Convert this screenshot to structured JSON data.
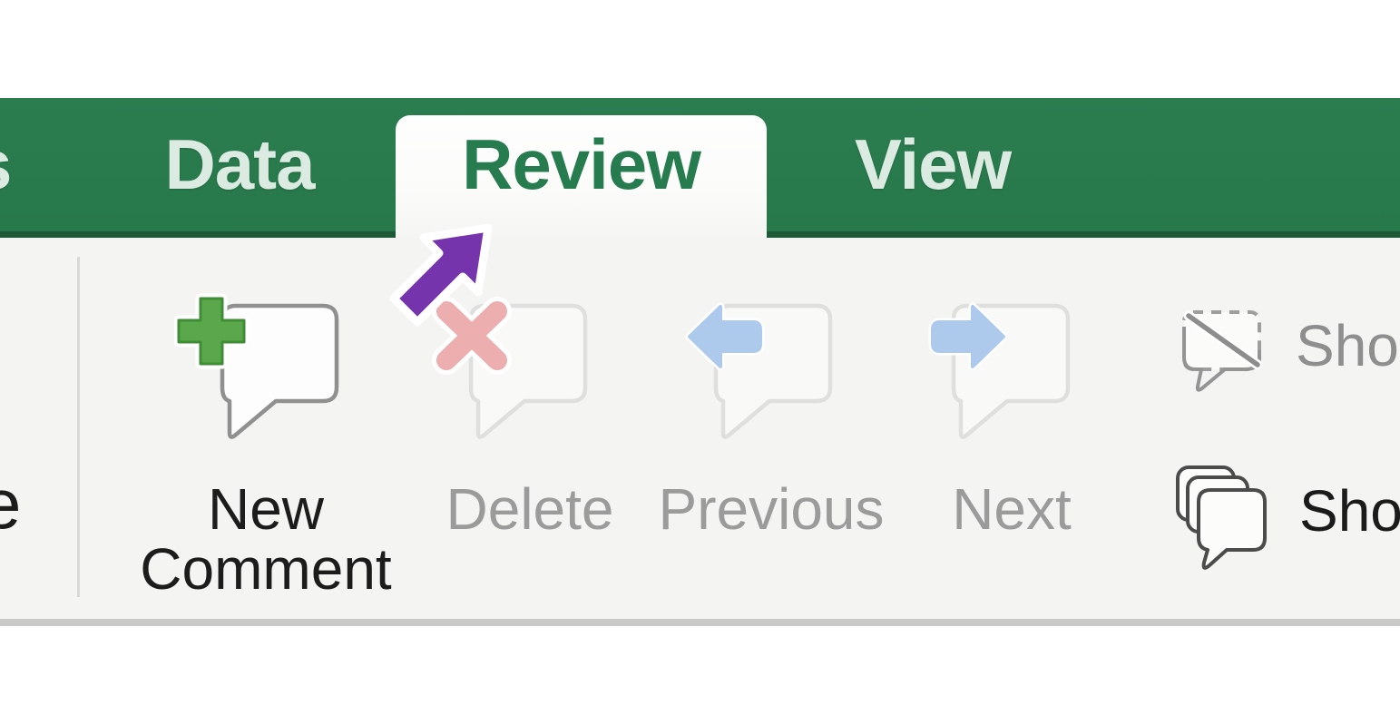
{
  "ribbon_tabs": {
    "truncated_left_tab_label": "s",
    "tabs": [
      {
        "label": "Data",
        "selected": false
      },
      {
        "label": "Review",
        "selected": true
      },
      {
        "label": "View",
        "selected": false
      }
    ]
  },
  "toolbar": {
    "truncated_left_button_label": "e",
    "buttons": [
      {
        "label": "New Comment",
        "enabled": true,
        "icon": "new-comment-bubble-plus-icon"
      },
      {
        "label": "Delete",
        "enabled": false,
        "icon": "delete-comment-bubble-x-icon"
      },
      {
        "label": "Previous",
        "enabled": false,
        "icon": "previous-comment-bubble-arrow-left-icon"
      },
      {
        "label": "Next",
        "enabled": false,
        "icon": "next-comment-bubble-arrow-right-icon"
      },
      {
        "label": "Sho",
        "truncated": true,
        "enabled": false,
        "icon": "show-hide-comment-dashed-bubble-icon"
      },
      {
        "label": "Sho",
        "truncated": true,
        "enabled": true,
        "icon": "show-comments-stacked-bubbles-icon"
      }
    ]
  },
  "annotation": {
    "type": "arrow-pointing-up-right-at-review-tab",
    "fill_color": "#7634ac",
    "outline_color": "#ffffff"
  },
  "colors": {
    "ribbon_green": "#287a4c",
    "ribbon_green_dark_edge": "#1e5a38",
    "selected_tab_text_green": "#267c4e",
    "inactive_tab_text": "#dcebe2",
    "toolbar_background": "#f4f4f3",
    "enabled_label": "#1c1c1c",
    "disabled_label": "#9b9b9b",
    "plus_green": "#5ba74b",
    "delete_x_pink": "#ecaeae",
    "nav_arrow_blue": "#adcaed"
  }
}
